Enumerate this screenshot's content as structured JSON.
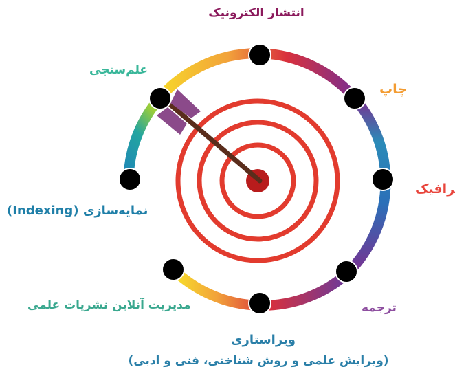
{
  "labels": {
    "electronic_publishing": "انتشار الکترونیک",
    "printing": "چاپ",
    "graphics": "گرافیک",
    "translation": "ترجمه",
    "editing": "ویراستاری",
    "editing_detail": "(ویرایش علمی و روش شناختی، فنی و ادبی)",
    "online_management": "مدیریت آنلاین نشریات علمی",
    "indexing": "نمایه‌سازی (Indexing)",
    "scientometrics": "علم‌سنجی"
  },
  "colors": {
    "electronic_publishing": "#8b1a5c",
    "printing": "#f39c32",
    "graphics": "#e8453c",
    "translation": "#8e4fa0",
    "editing": "#2a7fa8",
    "online_management": "#3aa88f",
    "indexing": "#1f7fa8",
    "scientometrics": "#3ab79a",
    "target_ring": "#e23b2e",
    "target_center": "#b81c1c",
    "arrow_shaft": "#5a2d1c",
    "arrow_fletch": "#8b4a8a"
  }
}
